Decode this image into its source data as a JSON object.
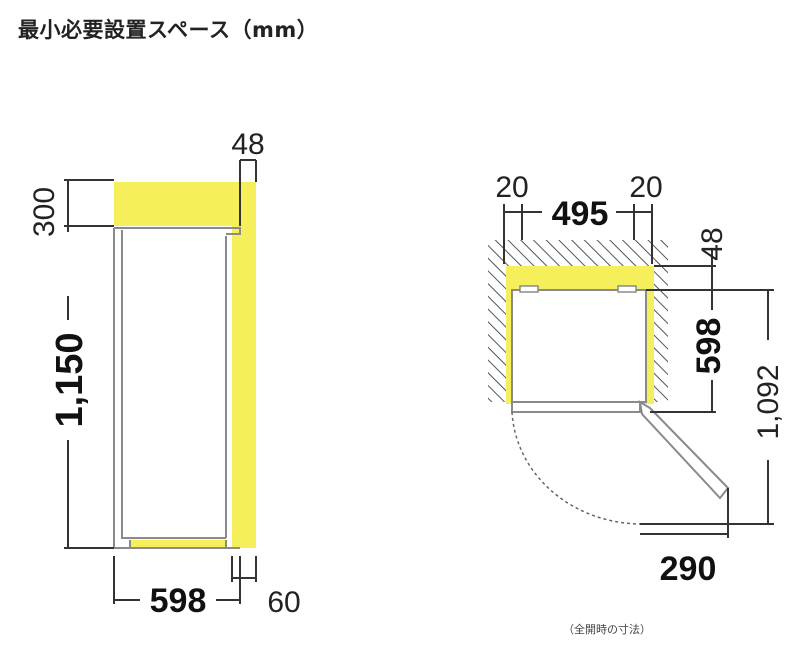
{
  "title": "最小必要設置スペース（mm）",
  "colors": {
    "fill": "#f4ef5a",
    "line": "#333333",
    "body_stroke": "#8a8a8a",
    "hatch": "#555555"
  },
  "side_view": {
    "dim_top_gap": "48",
    "dim_top_space": "300",
    "dim_height": "1,150",
    "dim_width": "598",
    "dim_rear_gap": "60"
  },
  "top_view": {
    "dim_left_gap": "20",
    "dim_inner_width": "495",
    "dim_right_gap": "20",
    "dim_back_gap": "48",
    "dim_depth": "598",
    "dim_total_depth": "1,092",
    "dim_door_swing": "290"
  },
  "caption": "（全開時の寸法）"
}
